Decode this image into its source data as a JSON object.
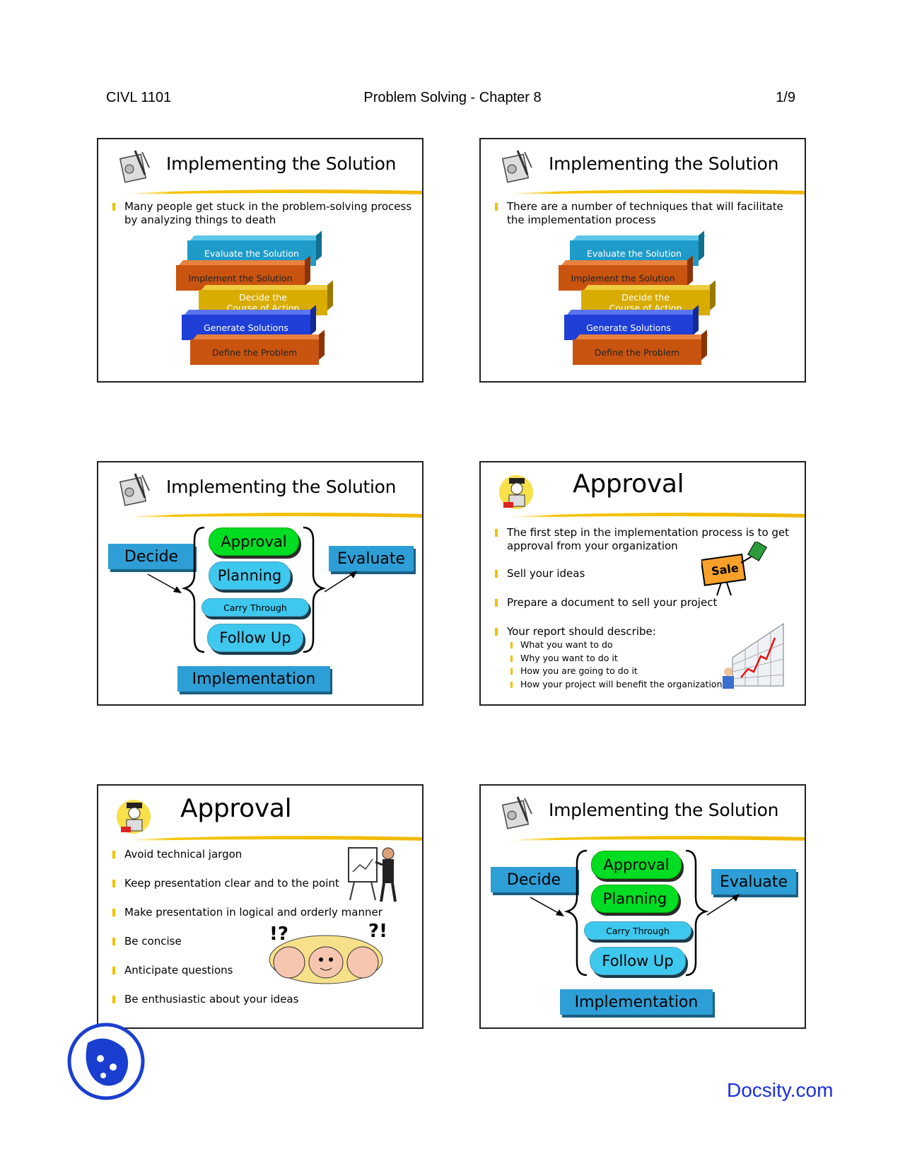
{
  "header": {
    "course": "CIVL 1101",
    "chapter": "Problem Solving - Chapter 8",
    "page": "1/9"
  },
  "slide1": {
    "title": "Implementing the Solution",
    "bullet": "Many people get stuck in the problem-solving process by analyzing things to death",
    "blocks": [
      "Evaluate the Solution",
      "Implement the Solution",
      "Decide the Course of Action",
      "Generate Solutions",
      "Define the Problem"
    ]
  },
  "slide2": {
    "title": "Implementing the Solution",
    "bullet": "There are a number of techniques that will facilitate the implementation process",
    "blocks": [
      "Evaluate the Solution",
      "Implement the Solution",
      "Decide the Course of Action",
      "Generate Solutions",
      "Define the Problem"
    ]
  },
  "slide3": {
    "title": "Implementing the Solution",
    "decide": "Decide",
    "evaluate": "Evaluate",
    "implementation": "Implementation",
    "steps": [
      "Approval",
      "Planning",
      "Carry Through",
      "Follow Up"
    ]
  },
  "slide4": {
    "title": "Approval",
    "bullets": [
      "The first step in the implementation process is to get approval from your organization",
      "Sell your ideas",
      "Prepare a document to sell your project",
      "Your report should describe:"
    ],
    "subs": [
      "What you want to do",
      "Why you want to do it",
      "How you are going to do it",
      "How your project will benefit the organization"
    ],
    "sale_sign": "Sale"
  },
  "slide5": {
    "title": "Approval",
    "bullets": [
      "Avoid technical jargon",
      "Keep presentation clear and to the point",
      "Make presentation in  logical and orderly manner",
      "Be concise",
      "Anticipate questions",
      "Be enthusiastic about your ideas"
    ]
  },
  "slide6": {
    "title": "Implementing the Solution",
    "decide": "Decide",
    "evaluate": "Evaluate",
    "implementation": "Implementation",
    "steps": [
      "Approval",
      "Planning",
      "Carry Through",
      "Follow Up"
    ]
  },
  "footer": {
    "brand": "Docsity.com"
  }
}
